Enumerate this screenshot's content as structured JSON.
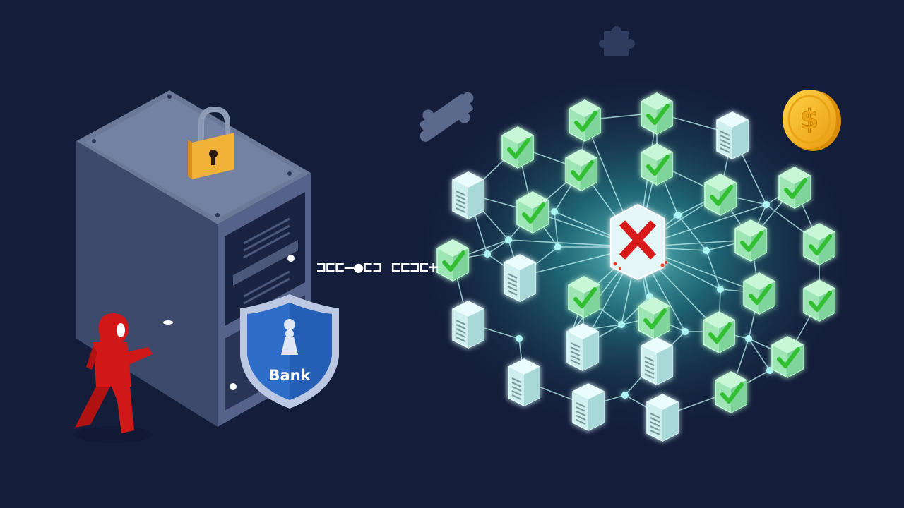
{
  "scene": {
    "description": "Centralized bank server versus decentralized verification network illustration",
    "background_color": "#141d3a"
  },
  "server": {
    "shield_label": "Bank",
    "lock_icon": "padlock-icon",
    "shield_icon": "shield-keyhole-icon",
    "colors": {
      "body": "#4b5879",
      "top": "#6b7898",
      "lock": "#f0b43a",
      "shield": "#2e6ec8"
    }
  },
  "intruder": {
    "icon": "hooded-figure-icon",
    "color": "#d01818"
  },
  "data_stream": {
    "glyphs": "⊐⊏⊏—●⊏⊐ ⊏⊏⊐⊏+"
  },
  "network": {
    "center_node": {
      "icon": "x-mark-icon",
      "status": "rejected",
      "color": "#d81a1a"
    },
    "node_icons": [
      "check-mark-icon",
      "server-icon"
    ],
    "accent_color": "#5ff0e6",
    "check_color": "#3cc83c"
  },
  "decorations": {
    "coin": {
      "icon": "dollar-coin-icon",
      "symbol": "$",
      "color": "#f5b81d"
    },
    "puzzles": [
      "puzzle-piece-icon",
      "puzzle-piece-icon"
    ]
  }
}
